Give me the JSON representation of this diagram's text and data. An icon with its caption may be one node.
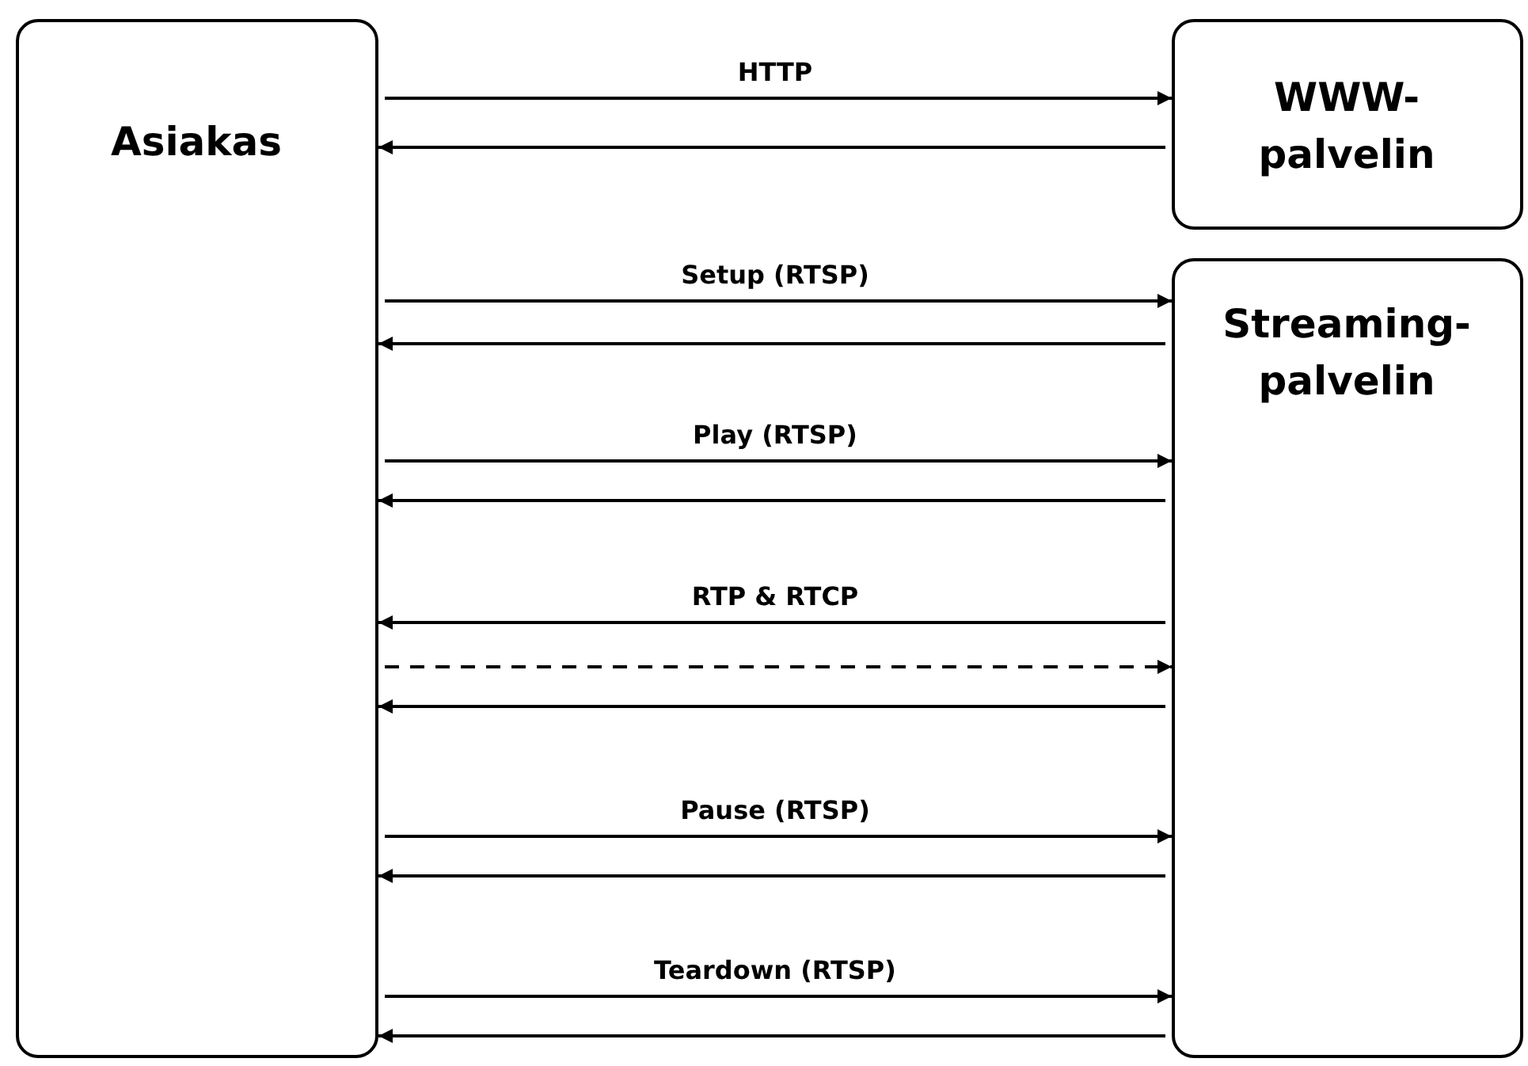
{
  "diagram": {
    "nodes": [
      {
        "text": [
          "Asiakas"
        ]
      },
      {
        "text": [
          "WWW-palvelin"
        ]
      },
      {
        "text": [
          "Streaming-palvelin"
        ]
      }
    ],
    "edges": [
      {
        "from": 0,
        "to": 1,
        "arrow": "to",
        "label": "HTTP"
      },
      {
        "from": 1,
        "to": 0,
        "arrow": "to"
      },
      {
        "from": 0,
        "to": 2,
        "arrow": "to",
        "label": "Setup (RTSP)"
      },
      {
        "from": 2,
        "to": 0,
        "arrow": "to"
      },
      {
        "from": 0,
        "to": 2,
        "arrow": "to",
        "label": "Play (RTSP)"
      },
      {
        "from": 2,
        "to": 0,
        "arrow": "to"
      },
      {
        "from": 2,
        "to": 0,
        "arrow": "to",
        "label": "RTP & RTCP"
      },
      {
        "from": 0,
        "to": 2,
        "arrow": "to",
        "style": "dashed"
      },
      {
        "from": 2,
        "to": 0,
        "arrow": "to"
      },
      {
        "from": 0,
        "to": 2,
        "arrow": "to",
        "label": "Pause (RTSP)"
      },
      {
        "from": 2,
        "to": 0,
        "arrow": "to"
      },
      {
        "from": 0,
        "to": 2,
        "arrow": "to",
        "label": "Teardown (RTSP)"
      },
      {
        "from": 2,
        "to": 0,
        "arrow": "to"
      }
    ]
  }
}
